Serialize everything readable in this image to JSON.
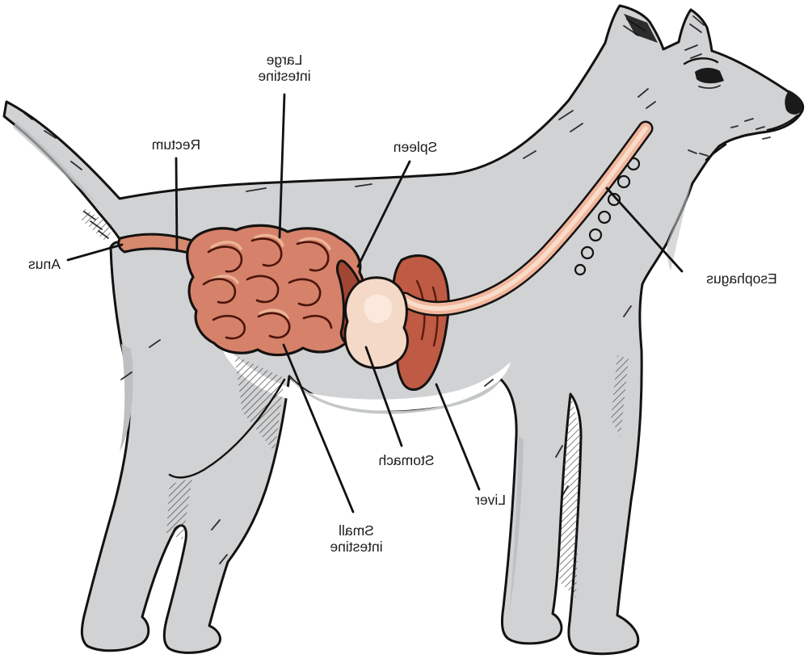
{
  "diagram": {
    "subject": "Dog digestive system (mirrored illustration)",
    "labels": [
      {
        "id": "large-intestine",
        "text": "Large\nintestine"
      },
      {
        "id": "rectum",
        "text": "Rectum"
      },
      {
        "id": "anus",
        "text": "Anus"
      },
      {
        "id": "spleen",
        "text": "Spleen"
      },
      {
        "id": "esophagus",
        "text": "Esophagus"
      },
      {
        "id": "stomach",
        "text": "Stomach"
      },
      {
        "id": "liver",
        "text": "Liver"
      },
      {
        "id": "small-intestine",
        "text": "Small\nintestine"
      }
    ],
    "colors": {
      "background": "#ffffff",
      "ink": "#141210",
      "label-ink": "#1c1c1a",
      "body-gray": "#d0d2d4",
      "shadow-gray": "#bcc0c2",
      "belly-shadow": "#c4c7c9",
      "intestine": "#d6816a",
      "intestine-highlight": "#ecb397",
      "intestine-line": "#4a150a",
      "rectum": "#d6896d",
      "spleen": "#a24634",
      "stomach": "#f4d9c7",
      "stomach-highlight": "#fbe9dd",
      "liver": "#bf5a44",
      "liver-line": "#591c0f",
      "esophagus": "#f1b69d",
      "esophagus-highlight": "#f8dcc9"
    }
  }
}
